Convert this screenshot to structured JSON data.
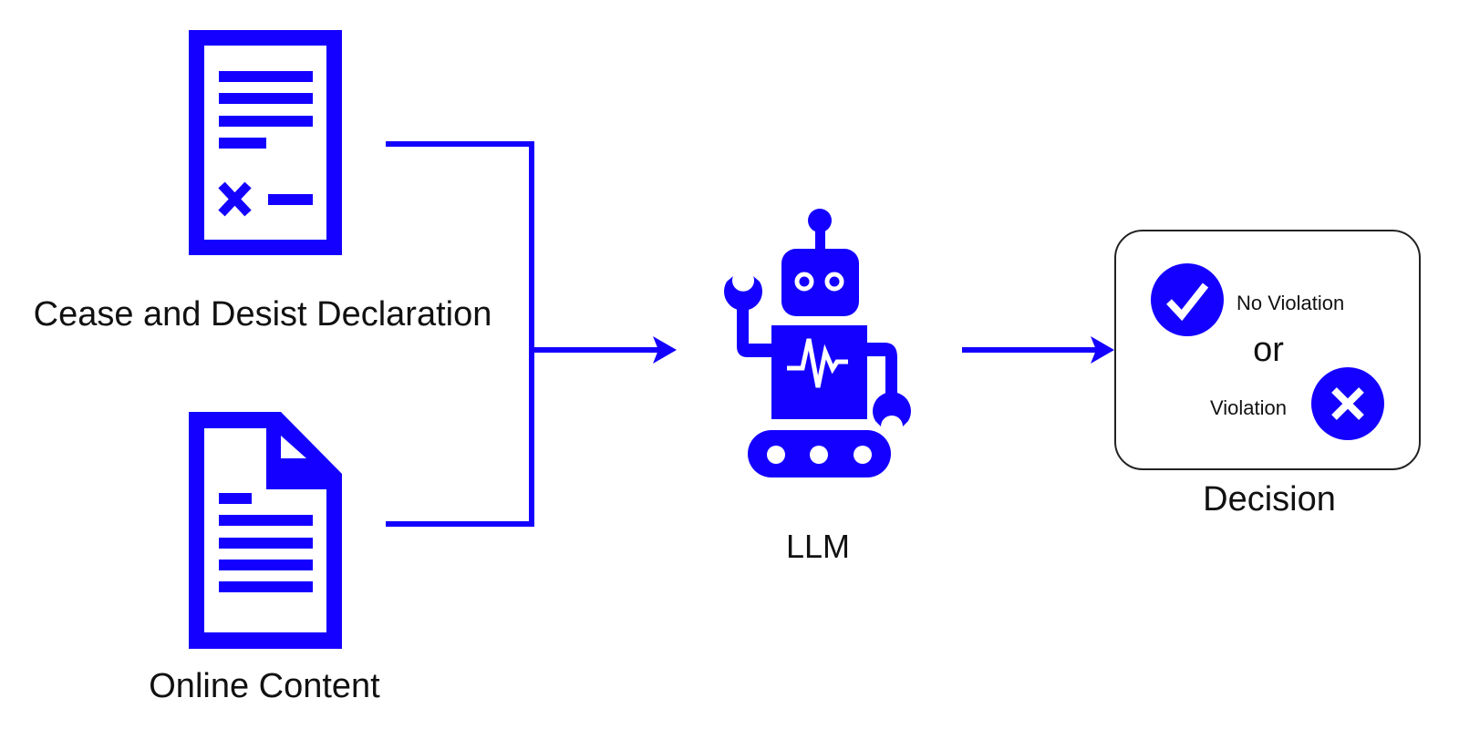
{
  "colors": {
    "accent": "#1400ff",
    "text": "#111111",
    "box_border": "#222222"
  },
  "inputs": {
    "cease_desist": {
      "label": "Cease and Desist Declaration",
      "icon": "contract-document-icon"
    },
    "online_content": {
      "label": "Online Content",
      "icon": "text-document-icon"
    }
  },
  "model": {
    "label": "LLM",
    "icon": "robot-icon"
  },
  "decision": {
    "label": "Decision",
    "no_violation": "No Violation",
    "or": "or",
    "violation": "Violation",
    "icons": [
      "check-circle-icon",
      "x-circle-icon"
    ]
  }
}
